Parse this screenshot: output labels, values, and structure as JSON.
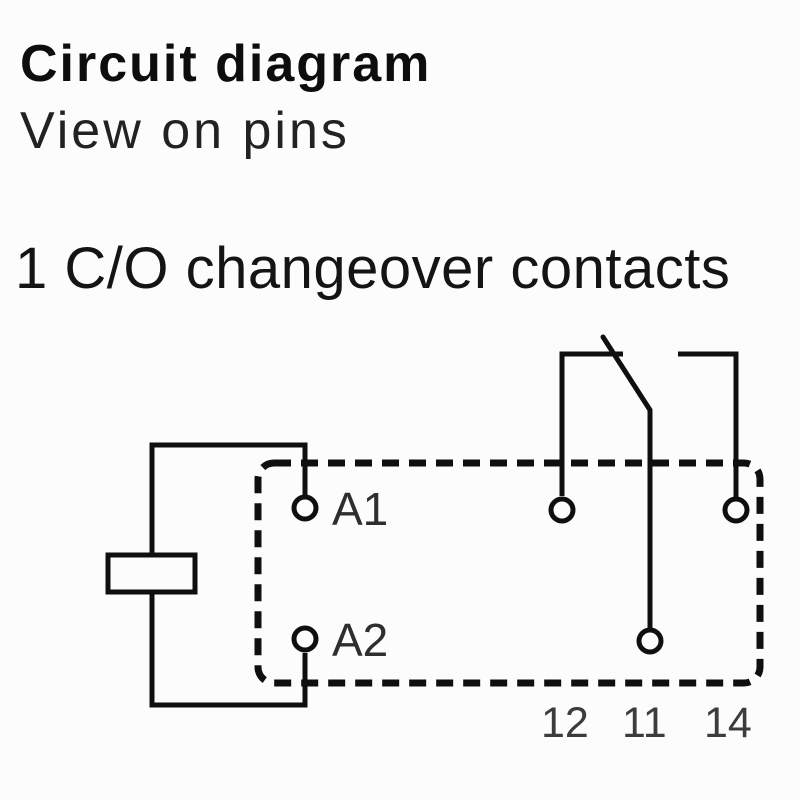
{
  "page": {
    "background_color": "#fcfcfc",
    "line_color": "#0f0f0f",
    "label_color": "#3c3c3c"
  },
  "header": {
    "title": "Circuit diagram",
    "subtitle": "View on pins"
  },
  "section_heading": "1 C/O changeover contacts",
  "diagram": {
    "coil_terminals": [
      {
        "label": "A1"
      },
      {
        "label": "A2"
      }
    ],
    "contact_terminals": [
      {
        "label": "12"
      },
      {
        "label": "11"
      },
      {
        "label": "14"
      }
    ]
  }
}
